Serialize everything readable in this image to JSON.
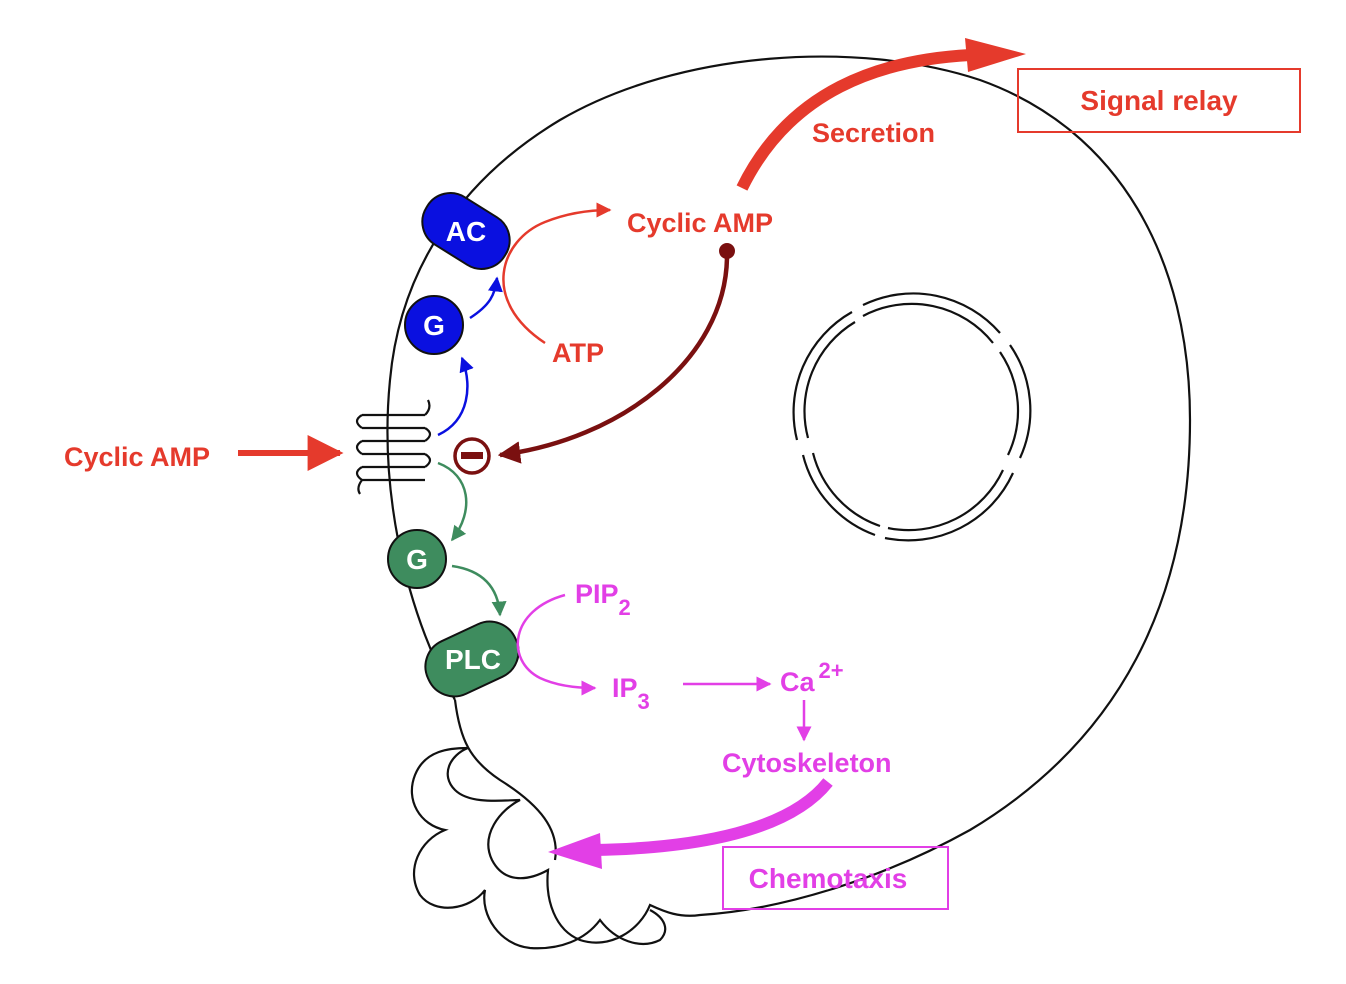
{
  "colors": {
    "signal_red": "#e53a2c",
    "dark_red": "#7a1010",
    "blue": "#0a10e0",
    "green": "#3e8c5e",
    "magenta": "#e23fe6",
    "outline": "#111111"
  },
  "labels": {
    "external_camp": "Cyclic AMP",
    "internal_camp": "Cyclic AMP",
    "atp": "ATP",
    "secretion": "Secretion",
    "signal_relay": "Signal relay",
    "pip2_main": "PIP",
    "pip2_sub": "2",
    "ip3_main": "IP",
    "ip3_sub": "3",
    "ca_main": "Ca",
    "ca_sup": "2+",
    "cytoskeleton": "Cytoskeleton",
    "chemotaxis": "Chemotaxis"
  },
  "nodes": {
    "ac": "AC",
    "g_blue": "G",
    "g_green": "G",
    "plc": "PLC",
    "inhibition_symbol": "minus"
  }
}
